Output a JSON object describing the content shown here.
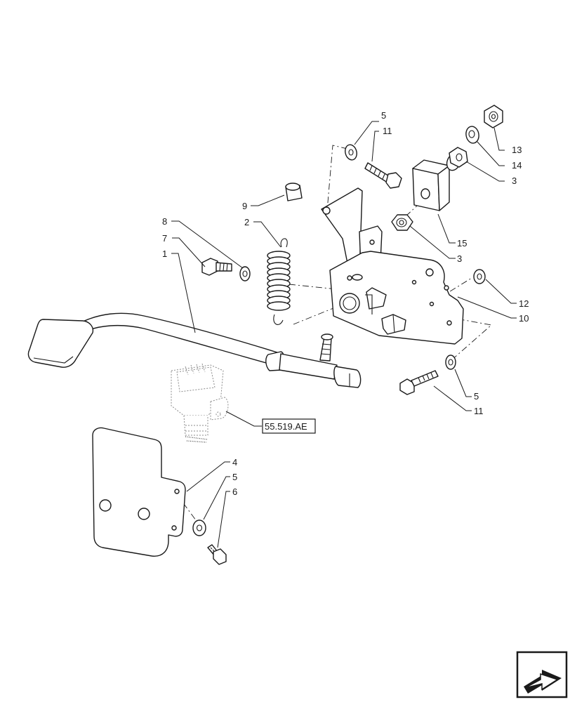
{
  "callouts": {
    "c1": "1",
    "c2": "2",
    "c3a": "3",
    "c3b": "3",
    "c4": "4",
    "c5a": "5",
    "c5b": "5",
    "c5c": "5",
    "c6": "6",
    "c7": "7",
    "c8": "8",
    "c9": "9",
    "c10": "10",
    "c11a": "11",
    "c11b": "11",
    "c12": "12",
    "c13": "13",
    "c14": "14",
    "c15": "15"
  },
  "reference": {
    "label": "55.519.AE"
  },
  "icons": {
    "navigation": "next-page-arrow-icon"
  }
}
